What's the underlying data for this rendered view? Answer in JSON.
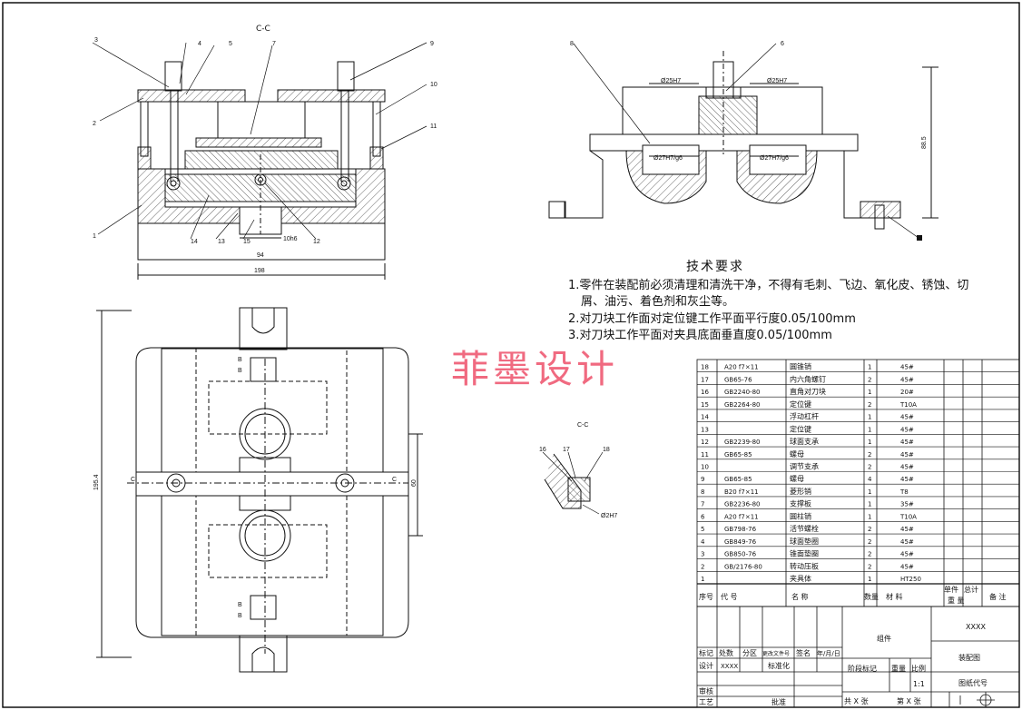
{
  "views": {
    "front_view_title": "C-C",
    "detail_title": "C-C",
    "front_balloons": [
      "3",
      "4",
      "5",
      "7",
      "9",
      "10",
      "11",
      "2",
      "1",
      "14",
      "13",
      "15",
      "12"
    ],
    "front_dims": [
      "94",
      "198",
      "10h6"
    ],
    "side_balloons": [
      "8",
      "6"
    ],
    "side_dims": [
      "Ø25H7",
      "Ø25H7",
      "Ø27H7/g6",
      "Ø27H7/g6",
      "88.5"
    ],
    "plan_dims": [
      "195.4",
      "60"
    ],
    "plan_section_marks": [
      "B",
      "B",
      "B",
      "B",
      "C",
      "C"
    ],
    "detail_balloons": [
      "16",
      "17",
      "18"
    ],
    "detail_dims": [
      "Ø2H7"
    ]
  },
  "tech": {
    "title": "技术要求",
    "lines": [
      "1.零件在装配前必须清理和清洗干净，不得有毛刺、飞边、氧化皮、锈蚀、切",
      "屑、油污、着色剂和灰尘等。",
      "2.对刀块工作面对定位键工作平面平行度0.05/100mm",
      "3.对刀块工作平面对夹具底面垂直度0.05/100mm"
    ]
  },
  "watermark": "菲墨设计",
  "bom": {
    "rows": [
      {
        "no": "18",
        "code": "A20 f7×11",
        "name": "圆锥销",
        "qty": "1",
        "mat": "45#"
      },
      {
        "no": "17",
        "code": "GB65-76",
        "name": "内六角螺钉",
        "qty": "2",
        "mat": "45#"
      },
      {
        "no": "16",
        "code": "GB2240-80",
        "name": "直角对刀块",
        "qty": "1",
        "mat": "20#"
      },
      {
        "no": "15",
        "code": "GB2264-80",
        "name": "定位键",
        "qty": "2",
        "mat": "T10A"
      },
      {
        "no": "14",
        "code": "",
        "name": "浮动杠杆",
        "qty": "1",
        "mat": "45#"
      },
      {
        "no": "13",
        "code": "",
        "name": "定位键",
        "qty": "1",
        "mat": "45#"
      },
      {
        "no": "12",
        "code": "GB2239-80",
        "name": "球面支承",
        "qty": "1",
        "mat": "45#"
      },
      {
        "no": "11",
        "code": "GB65-85",
        "name": "螺母",
        "qty": "2",
        "mat": "45#"
      },
      {
        "no": "10",
        "code": "",
        "name": "调节支承",
        "qty": "2",
        "mat": "45#"
      },
      {
        "no": "9",
        "code": "GB65-85",
        "name": "螺母",
        "qty": "4",
        "mat": "45#"
      },
      {
        "no": "8",
        "code": "B20 f7×11",
        "name": "菱形销",
        "qty": "1",
        "mat": "T8"
      },
      {
        "no": "7",
        "code": "GB2236-80",
        "name": "支撑板",
        "qty": "1",
        "mat": "35#"
      },
      {
        "no": "6",
        "code": "A20 f7×11",
        "name": "圆柱销",
        "qty": "1",
        "mat": "T10A"
      },
      {
        "no": "5",
        "code": "GB798-76",
        "name": "活节螺栓",
        "qty": "2",
        "mat": "45#"
      },
      {
        "no": "4",
        "code": "GB849-76",
        "name": "球面垫圈",
        "qty": "2",
        "mat": "45#"
      },
      {
        "no": "3",
        "code": "GB850-76",
        "name": "锥面垫圈",
        "qty": "2",
        "mat": "45#"
      },
      {
        "no": "2",
        "code": "GB/2176-80",
        "name": "转动压板",
        "qty": "2",
        "mat": "45#"
      },
      {
        "no": "1",
        "code": "",
        "name": "夹具体",
        "qty": "1",
        "mat": "HT250"
      }
    ],
    "header": {
      "no": "序号",
      "code": "代    号",
      "name": "名    称",
      "qty": "数量",
      "mat": "材    料",
      "single": "单件",
      "total": "总计",
      "weight": "重    量",
      "remark": "备 注"
    }
  },
  "titleblock": {
    "group": "组件",
    "xxxx": "XXXX",
    "drawing": "装配图",
    "marks": "标记",
    "count": "处数",
    "zone": "分区",
    "changedoc": "更改文件号",
    "sign": "签名",
    "date": "年/月/日",
    "design": "设计",
    "design_val": "XXXX",
    "standard": "标准化",
    "stage": "阶段标记",
    "weight": "重量",
    "ratio": "比例",
    "scale": "1:1",
    "review": "审核",
    "process": "工艺",
    "approve": "批准",
    "total": "共 X 张",
    "sheet": "第 X 张",
    "drawing_no": "图纸代号"
  }
}
